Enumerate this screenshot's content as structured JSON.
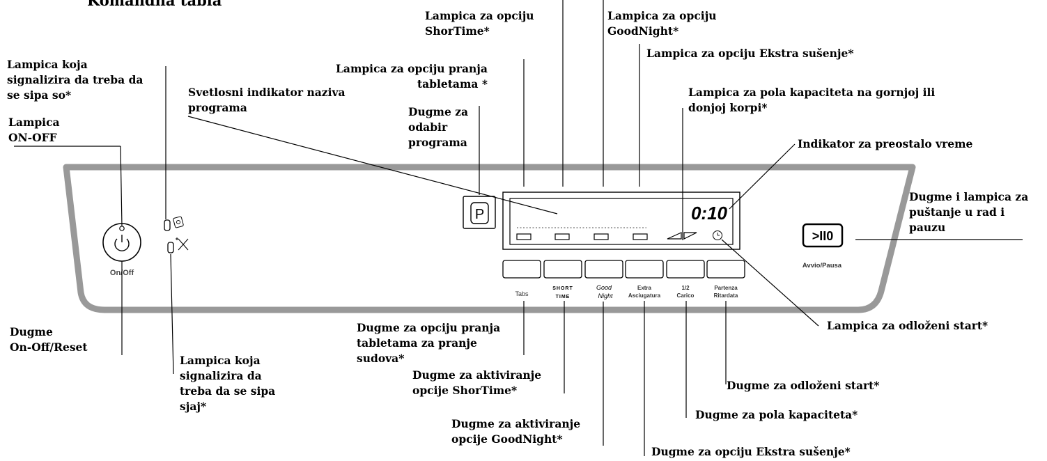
{
  "title": "Komandna tabla",
  "display": {
    "time": "0:10",
    "program_button": "P",
    "start_button": ">II0"
  },
  "panel_labels": {
    "on_off": "On/Off",
    "start_pause": "Avvio/Pausa",
    "tabs": "Tabs",
    "short_time_1": "SHORT",
    "short_time_2": "TIME",
    "good_night_1": "Good",
    "good_night_2": "Night",
    "extra_drying_1": "Extra",
    "extra_drying_2": "Asciugatura",
    "half_load_1": "1/2",
    "half_load_2": "Carico",
    "delay_1": "Partenza",
    "delay_2": "Ritardata"
  },
  "callouts": {
    "lamp_salt": "Lampica koja\nsignalizira da treba da\nse sipa so*",
    "lamp_on_off": "Lampica\nON-OFF",
    "program_indicator": "Svetlosni indikator naziva\nprograma",
    "program_button": "Dugme za\nodabir\nprograma",
    "lamp_tablets": "Lampica za opciju pranja\ntabletama *",
    "lamp_shorttime": "Lampica za opciju\nShorTime*",
    "lamp_goodnight": "Lampica za opciju\nGoodNight*",
    "lamp_extra_drying": "Lampica za opciju Ekstra sušenje*",
    "lamp_half_load": "Lampica za pola kapaciteta na gornjoj ili\ndonjoj korpi*",
    "remaining_time": "Indikator za preostalo vreme",
    "start_pause": "Dugme i lampica za\npuštanje u rad i\npauzu",
    "button_on_off": "Dugme\nOn-Off/Reset",
    "lamp_rinse": "Lampica koja\nsignalizira da\ntreba da se sipa\nsjaj*",
    "button_tablets": "Dugme za opciju pranja\ntabletama za pranje\n sudova*",
    "button_shorttime": "Dugme za aktiviranje\nopcije ShorTime*",
    "button_goodnight": "Dugme za aktiviranje\nopcije GoodNight*",
    "button_extra_drying": "Dugme za opciju Ekstra sušenje*",
    "button_half_load": "Dugme za pola kapaciteta*",
    "button_delay": "Dugme za odloženi start*",
    "lamp_delay": "Lampica za odloženi start*"
  }
}
